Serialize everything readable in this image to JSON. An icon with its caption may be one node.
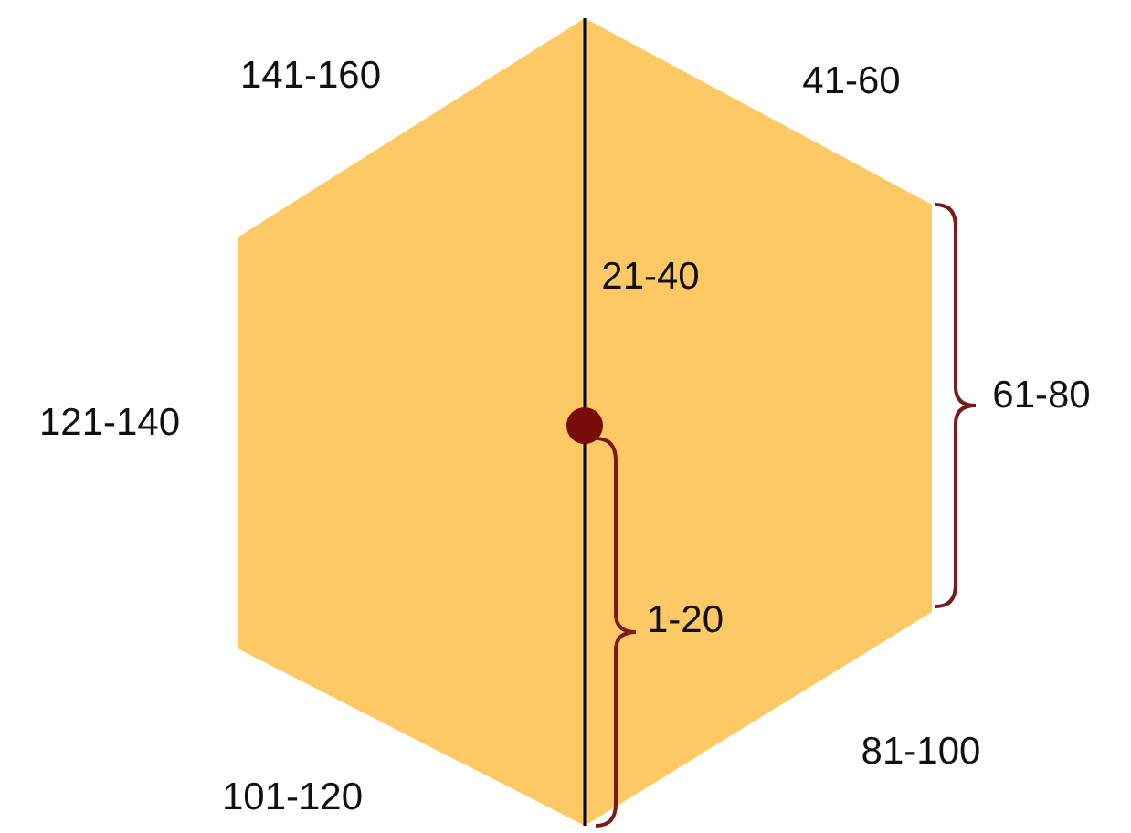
{
  "diagram": {
    "labels": [
      "141-160",
      "41-60",
      "21-40",
      "121-140",
      "61-80",
      "1-20",
      "81-100",
      "101-120"
    ]
  }
}
